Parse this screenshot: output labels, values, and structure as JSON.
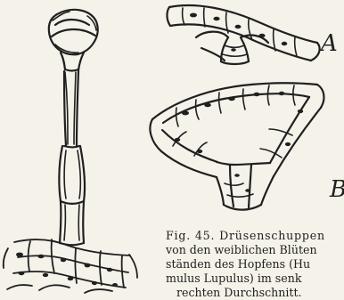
{
  "figure": {
    "labels": {
      "a": "A",
      "b": "B"
    },
    "caption_lines": [
      "Fig. 45. Drüsenschuppen",
      "von den weiblichen Blüten",
      "ständen des Hopfens (Hu",
      "mulus Lupulus) im senk",
      "rechten Durchschnitt."
    ]
  }
}
